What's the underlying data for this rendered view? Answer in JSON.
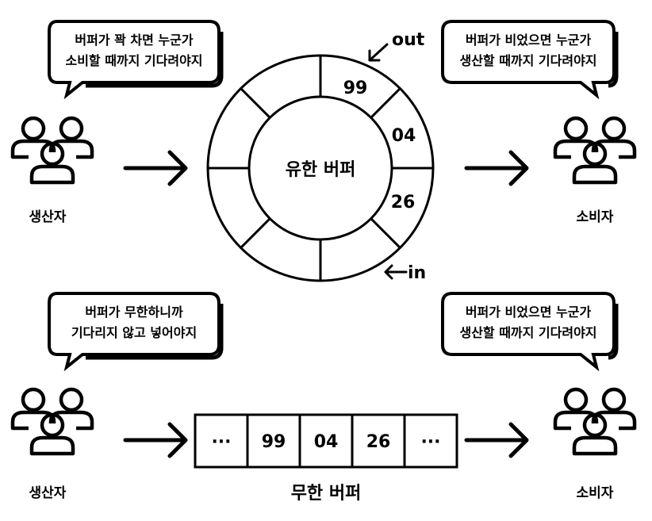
{
  "top": {
    "producer_bubble": [
      "버퍼가 꽉 차면 누군가",
      "소비할 때까지 기다려야지"
    ],
    "consumer_bubble": [
      "버퍼가 비었으면 누군가",
      "생산할 때까지 기다려야지"
    ],
    "producer_label": "생산자",
    "consumer_label": "소비자",
    "buffer_title": "유한 버퍼",
    "out_label": "out",
    "in_label": "in",
    "slots": [
      "99",
      "04",
      "26"
    ]
  },
  "bottom": {
    "producer_bubble": [
      "버퍼가 무한하니까",
      "기다리지 않고 넣어야지"
    ],
    "consumer_bubble": [
      "버퍼가 비었으면 누군가",
      "생산할 때까지 기다려야지"
    ],
    "producer_label": "생산자",
    "consumer_label": "소비자",
    "buffer_title": "무한 버퍼",
    "cells": [
      "···",
      "99",
      "04",
      "26",
      "···"
    ]
  }
}
